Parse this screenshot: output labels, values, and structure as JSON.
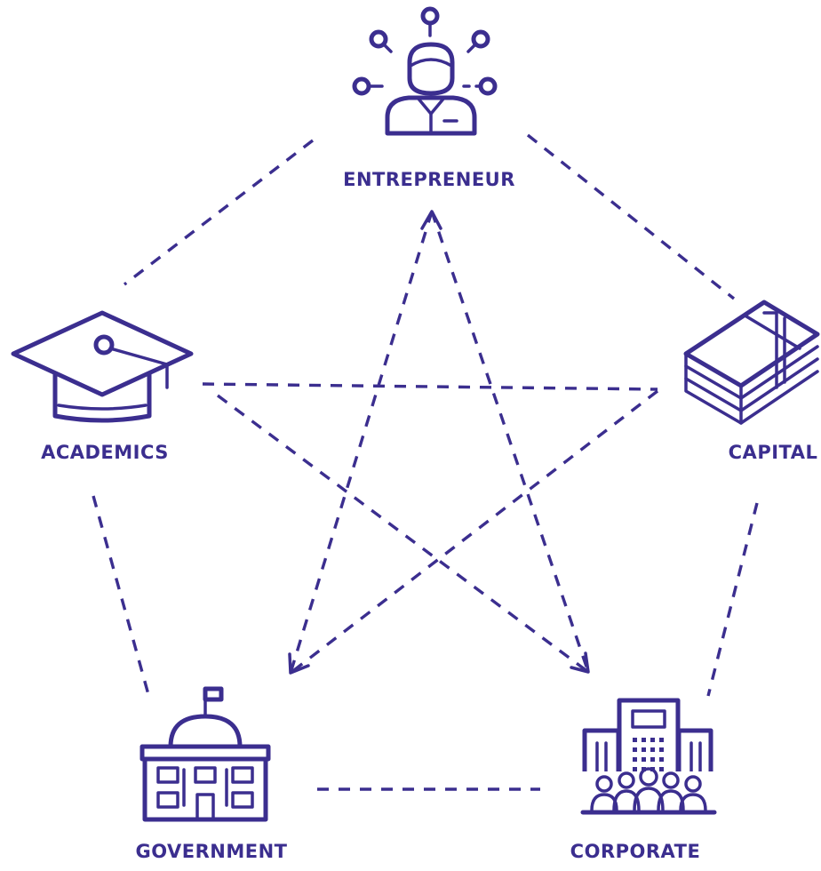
{
  "colors": {
    "accent": "#3b2e8f",
    "background": "#ffffff"
  },
  "nodes": {
    "entrepreneur": {
      "label": "ENTREPRENEUR",
      "icon": "person-network-icon"
    },
    "academics": {
      "label": "ACADEMICS",
      "icon": "graduation-cap-icon"
    },
    "capital": {
      "label": "CAPITAL",
      "icon": "money-stack-icon"
    },
    "government": {
      "label": "GOVERNMENT",
      "icon": "government-building-icon"
    },
    "corporate": {
      "label": "CORPORATE",
      "icon": "corporate-building-icon"
    }
  },
  "connections": [
    {
      "from": "entrepreneur",
      "to": "academics"
    },
    {
      "from": "entrepreneur",
      "to": "capital"
    },
    {
      "from": "academics",
      "to": "government"
    },
    {
      "from": "capital",
      "to": "corporate"
    },
    {
      "from": "government",
      "to": "corporate"
    },
    {
      "from": "entrepreneur",
      "to": "government"
    },
    {
      "from": "entrepreneur",
      "to": "corporate"
    },
    {
      "from": "academics",
      "to": "capital"
    },
    {
      "from": "academics",
      "to": "corporate"
    },
    {
      "from": "capital",
      "to": "government"
    }
  ]
}
